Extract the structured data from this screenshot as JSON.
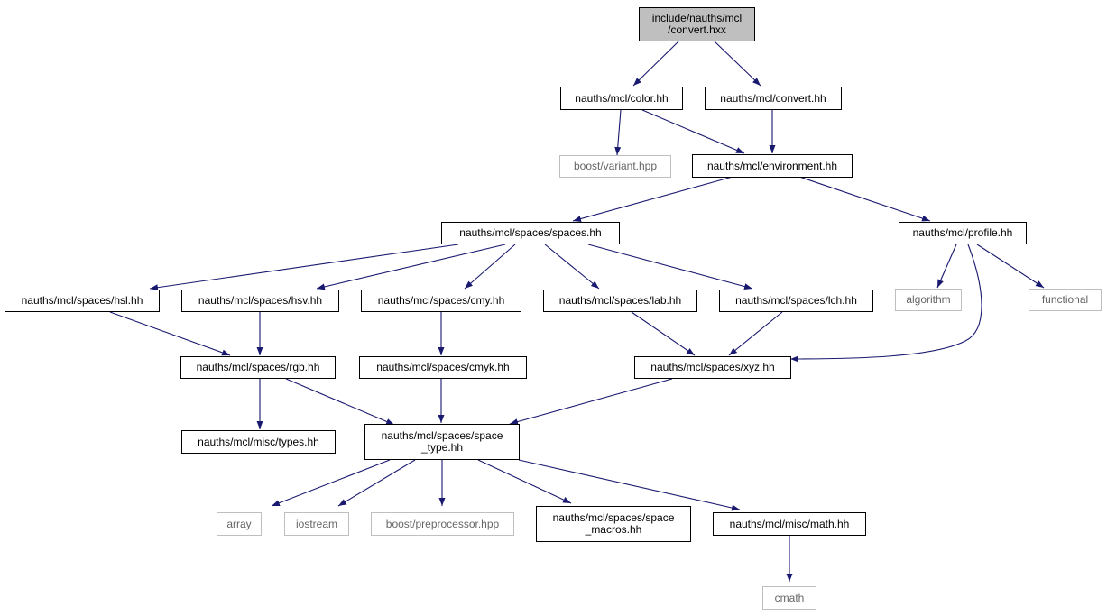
{
  "colors": {
    "edge": "#191970",
    "root_fill": "#bfbfbf",
    "node_border": "#000000",
    "external_border": "#bfbfbf",
    "external_text": "#666666"
  },
  "nodes": {
    "root": "include/nauths/mcl\n/convert.hxx",
    "color_hh": "nauths/mcl/color.hh",
    "convert_hh": "nauths/mcl/convert.hh",
    "variant": "boost/variant.hpp",
    "environment": "nauths/mcl/environment.hh",
    "spaces": "nauths/mcl/spaces/spaces.hh",
    "profile": "nauths/mcl/profile.hh",
    "hsl": "nauths/mcl/spaces/hsl.hh",
    "hsv": "nauths/mcl/spaces/hsv.hh",
    "cmy": "nauths/mcl/spaces/cmy.hh",
    "lab": "nauths/mcl/spaces/lab.hh",
    "lch": "nauths/mcl/spaces/lch.hh",
    "algorithm": "algorithm",
    "functional": "functional",
    "rgb": "nauths/mcl/spaces/rgb.hh",
    "cmyk": "nauths/mcl/spaces/cmyk.hh",
    "xyz": "nauths/mcl/spaces/xyz.hh",
    "types": "nauths/mcl/misc/types.hh",
    "space_type": "nauths/mcl/spaces/space\n_type.hh",
    "array": "array",
    "iostream": "iostream",
    "preprocessor": "boost/preprocessor.hpp",
    "space_macros": "nauths/mcl/spaces/space\n_macros.hh",
    "math": "nauths/mcl/misc/math.hh",
    "cmath": "cmath"
  }
}
